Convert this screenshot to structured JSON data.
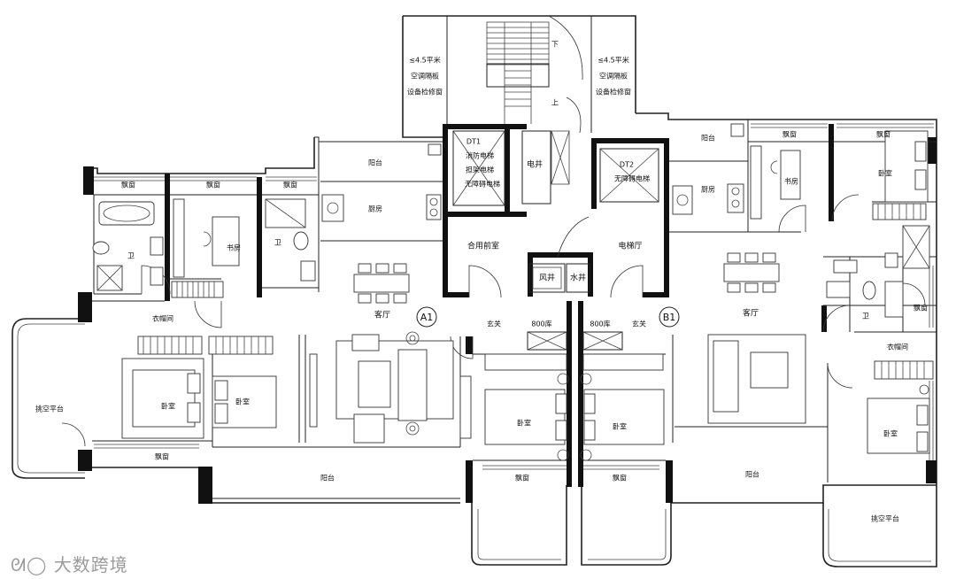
{
  "core": {
    "ac_left": [
      "≤4.5平米",
      "空调隔板",
      "设备检修窗"
    ],
    "ac_right": [
      "≤4.5平米",
      "空调隔板",
      "设备检修窗"
    ],
    "stair_down": "下",
    "stair_up": "上",
    "dt1_lines": [
      "DT1",
      "消防电梯",
      "担架电梯",
      "无障碍电梯"
    ],
    "dt2_lines": [
      "DT2",
      "无障碍电梯"
    ],
    "power_shaft": "电井",
    "shared_front_room": "合用前室",
    "elevator_hall": "电梯厅",
    "wind_shaft": "风井",
    "water_shaft": "水井",
    "corridor_left": "800库",
    "corridor_right": "800库"
  },
  "unit_a": {
    "marker": "A1",
    "bay_window_1": "飘窗",
    "bay_window_2": "飘窗",
    "bay_window_3": "飘窗",
    "bathroom_1": "卫",
    "study": "书房",
    "bathroom_2": "卫",
    "balcony_top": "阳台",
    "kitchen": "厨房",
    "closet": "衣帽间",
    "living": "客厅",
    "foyer": "玄关",
    "bedroom_master": "卧室",
    "bedroom_2": "卧室",
    "bedroom_3": "卧室",
    "cantilever": "挑空平台",
    "bay_window_bottom": "飘窗",
    "balcony_bottom": "阳台",
    "bay_window_front": "飘窗"
  },
  "unit_b": {
    "marker": "B1",
    "foyer": "玄关",
    "bedroom_front": "卧室",
    "bay_window_front": "飘窗",
    "balcony_top": "阳台",
    "kitchen": "厨房",
    "bay_window_1": "飘窗",
    "study": "书房",
    "bay_window_2": "飘窗",
    "bedroom_top": "卧室",
    "living": "客厅",
    "bathroom": "卫",
    "bay_window_3": "飘窗",
    "closet": "衣帽间",
    "bedroom_master": "卧室",
    "balcony_bottom": "阳台",
    "cantilever": "挑空平台"
  },
  "watermark": "大数跨境"
}
